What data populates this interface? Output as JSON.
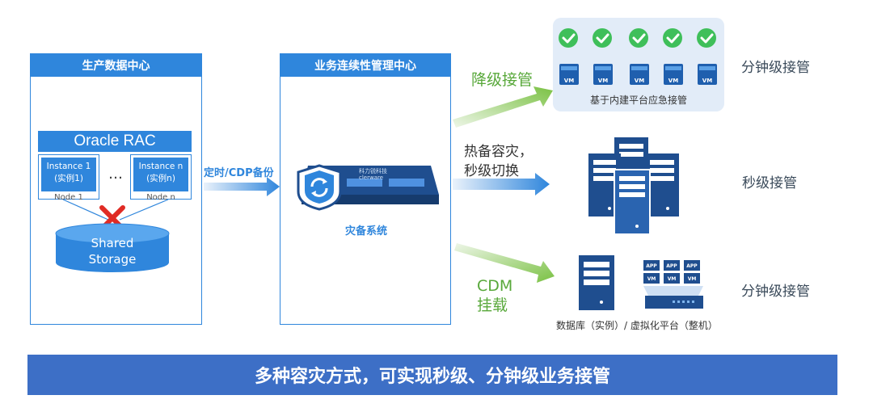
{
  "left_panel": {
    "title": "生产数据中心",
    "rac_label": "Oracle RAC",
    "instance_1": {
      "line1": "Instance 1",
      "line2": "(实例1)",
      "node": "Node 1"
    },
    "ellipsis": "…",
    "instance_n": {
      "line1": "Instance n",
      "line2": "(实例n)",
      "node": "Node n"
    },
    "storage": {
      "line1": "Shared",
      "line2": "Storage"
    }
  },
  "backup_label": "定时/CDP备份",
  "middle_panel": {
    "title": "业务连续性管理中心",
    "device_brand": "科力锐科技",
    "device_brand_en": "clerware",
    "system_label": "灾备系统"
  },
  "routes": [
    {
      "label": "降级接管",
      "result": "分钟级接管"
    },
    {
      "label_line1": "热备容灾，",
      "label_line2": "秒级切换",
      "result": "秒级接管"
    },
    {
      "label_line1": "CDM",
      "label_line2": "挂载",
      "result": "分钟级接管"
    }
  ],
  "top_box_caption": "基于内建平台应急接管",
  "vm_label": "VM",
  "app_label": "APP",
  "bottom_caption": "数据库（实例）/ 虚拟化平台（整机）",
  "footer_text": "多种容灾方式，可实现秒级、分钟级业务接管",
  "colors": {
    "primary_blue": "#2f86dc",
    "green": "#58a83a",
    "footer_bg": "#3d6fc6"
  }
}
